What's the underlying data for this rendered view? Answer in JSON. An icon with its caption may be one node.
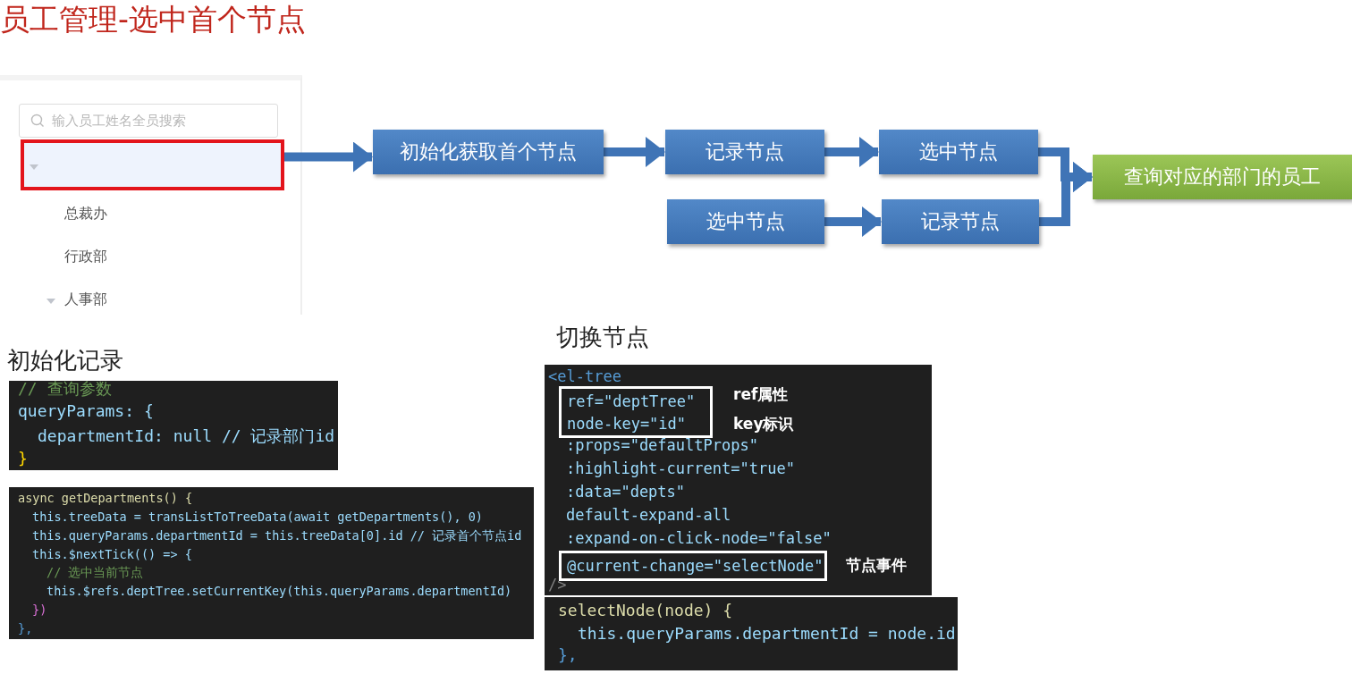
{
  "diagram": {
    "title": "员工管理-选中首个节点",
    "nodes": [
      {
        "text": [],
        "shape": "box"
      },
      {
        "text": [
          "初始化获取首个节点"
        ]
      },
      {
        "text": [
          "记录节点"
        ]
      },
      {
        "text": [
          "选中节点"
        ]
      },
      {
        "text": [
          "选中节点"
        ]
      },
      {
        "text": [
          "记录节点"
        ]
      },
      {
        "text": [
          "查询对应的部门的员工"
        ]
      },
      {
        "text": [
          "ref=\"deptTree\"",
          "node-key=\"id\""
        ],
        "beside": [
          "ref属性",
          "key标识"
        ]
      },
      {
        "text": [
          "@current-change=\"selectNode\""
        ],
        "beside": [
          "节点事件"
        ]
      }
    ],
    "edges": [
      {
        "from": 0,
        "to": 1,
        "arrow": "to"
      },
      {
        "from": 1,
        "to": 2,
        "arrow": "to"
      },
      {
        "from": 2,
        "to": 3,
        "arrow": "to"
      },
      {
        "from": 4,
        "to": 5,
        "arrow": "to"
      },
      {
        "from": 3,
        "to": 6,
        "arrow": "to"
      },
      {
        "from": 5,
        "to": 6,
        "arrow": "to"
      }
    ],
    "labels": [
      "输入员工姓名全员搜索",
      "总裁办",
      "行政部",
      "人事部",
      "初始化记录",
      "切换节点",
      "// 查询参数",
      "queryParams: {",
      "departmentId: null // 记录部门id",
      "}",
      "async getDepartments() {",
      "this.treeData = transListToTreeData(await getDepartments(), 0)",
      "this.queryParams.departmentId = this.treeData[0].id // 记录首个节点id",
      "this.$nextTick(() => {",
      "// 选中当前节点",
      "this.$refs.deptTree.setCurrentKey(this.queryParams.departmentId)",
      "})",
      "},",
      "<el-tree",
      ":props=\"defaultProps\"",
      ":highlight-current=\"true\"",
      ":data=\"depts\"",
      "default-expand-all",
      ":expand-on-click-node=\"false\"",
      "/>",
      "selectNode(node) {",
      "this.queryParams.departmentId = node.id",
      "},"
    ]
  }
}
